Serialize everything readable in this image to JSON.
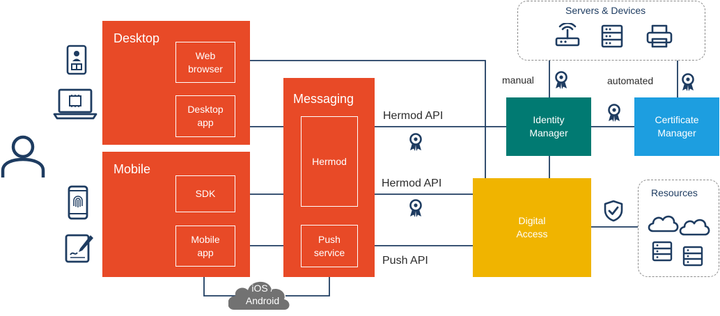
{
  "colors": {
    "orange": "#e84a27",
    "teal": "#017a72",
    "blue": "#1d9ee0",
    "gold": "#f0b400",
    "navy": "#1e3c61",
    "cloud": "#727272",
    "line": "#1e3c61"
  },
  "desktop": {
    "title": "Desktop",
    "web_browser": "Web\nbrowser",
    "desktop_app": "Desktop\napp"
  },
  "mobile": {
    "title": "Mobile",
    "sdk": "SDK",
    "mobile_app": "Mobile\napp"
  },
  "messaging": {
    "title": "Messaging",
    "hermod": "Hermod",
    "push_service": "Push\nservice"
  },
  "cloud_label": "iOS /\nAndroid",
  "identity_manager": "Identity\nManager",
  "certificate_manager": "Certificate\nManager",
  "digital_access": "Digital\nAccess",
  "servers_devices": {
    "title": "Servers & Devices",
    "icons": [
      "router-icon",
      "server-rack-icon",
      "printer-icon"
    ]
  },
  "resources": {
    "title": "Resources",
    "icons": [
      "cloud-icon",
      "cloud-icon",
      "server-icon",
      "server-icon"
    ]
  },
  "labels": {
    "hermod_api_1": "Hermod API",
    "hermod_api_2": "Hermod  API",
    "push_api": "Push API",
    "manual": "manual",
    "automated": "automated"
  },
  "user_icons": [
    "smart-card-icon",
    "laptop-icon",
    "user-icon",
    "fingerprint-phone-icon",
    "tablet-signature-icon"
  ]
}
